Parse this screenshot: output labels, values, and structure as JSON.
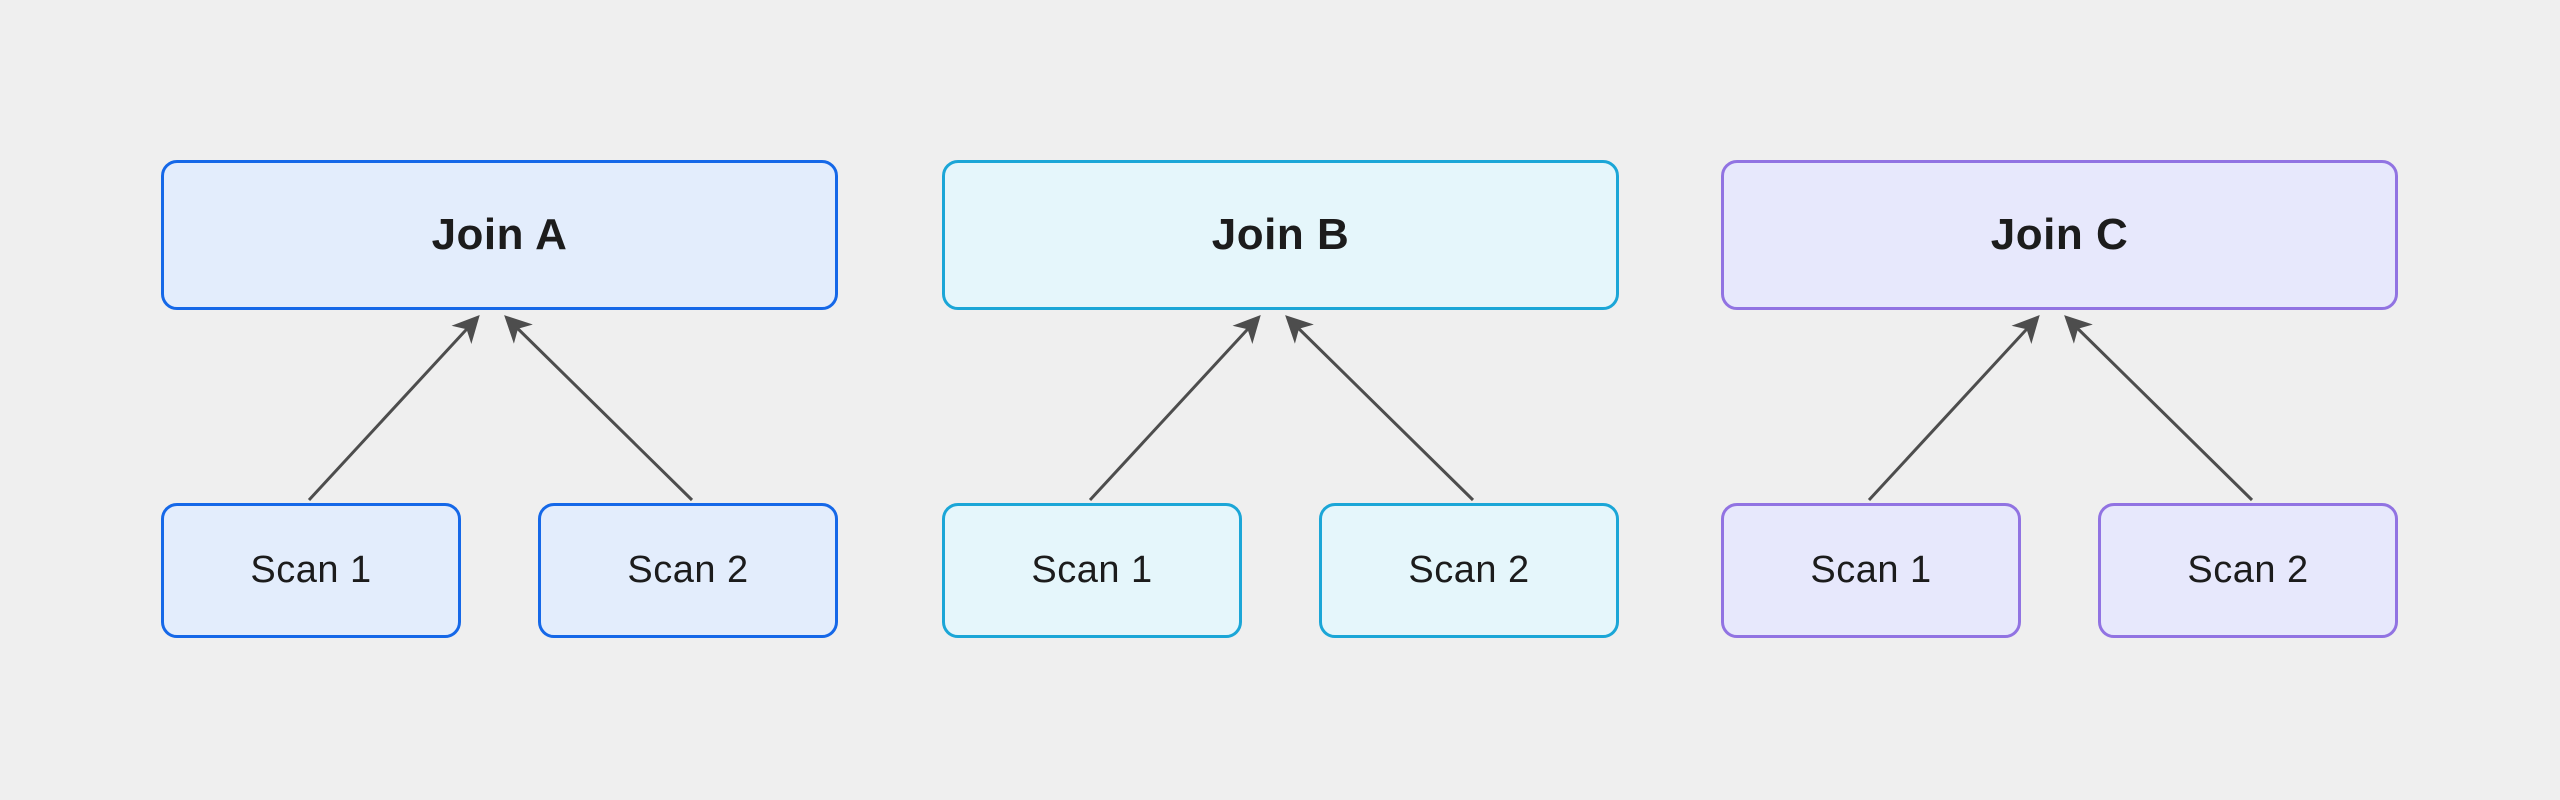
{
  "canvas": {
    "background_color": "#EFEFEF",
    "arrow_color": "#4D4D4D",
    "text_color": "#1C1C1C"
  },
  "groups": [
    {
      "name": "A",
      "join": {
        "label": "Join A"
      },
      "scans": [
        {
          "label": "Scan 1"
        },
        {
          "label": "Scan 2"
        }
      ],
      "fill_color": "#E3EDFC",
      "border_color": "#1568E8",
      "edges": [
        {
          "from": "Scan 1",
          "to": "Join A"
        },
        {
          "from": "Scan 2",
          "to": "Join A"
        }
      ]
    },
    {
      "name": "B",
      "join": {
        "label": "Join B"
      },
      "scans": [
        {
          "label": "Scan 1"
        },
        {
          "label": "Scan 2"
        }
      ],
      "fill_color": "#E5F6FB",
      "border_color": "#1BA6D7",
      "edges": [
        {
          "from": "Scan 1",
          "to": "Join B"
        },
        {
          "from": "Scan 2",
          "to": "Join B"
        }
      ]
    },
    {
      "name": "C",
      "join": {
        "label": "Join C"
      },
      "scans": [
        {
          "label": "Scan 1"
        },
        {
          "label": "Scan 2"
        }
      ],
      "fill_color": "#E7E8FC",
      "border_color": "#9173E2",
      "edges": [
        {
          "from": "Scan 1",
          "to": "Join C"
        },
        {
          "from": "Scan 2",
          "to": "Join C"
        }
      ]
    }
  ]
}
